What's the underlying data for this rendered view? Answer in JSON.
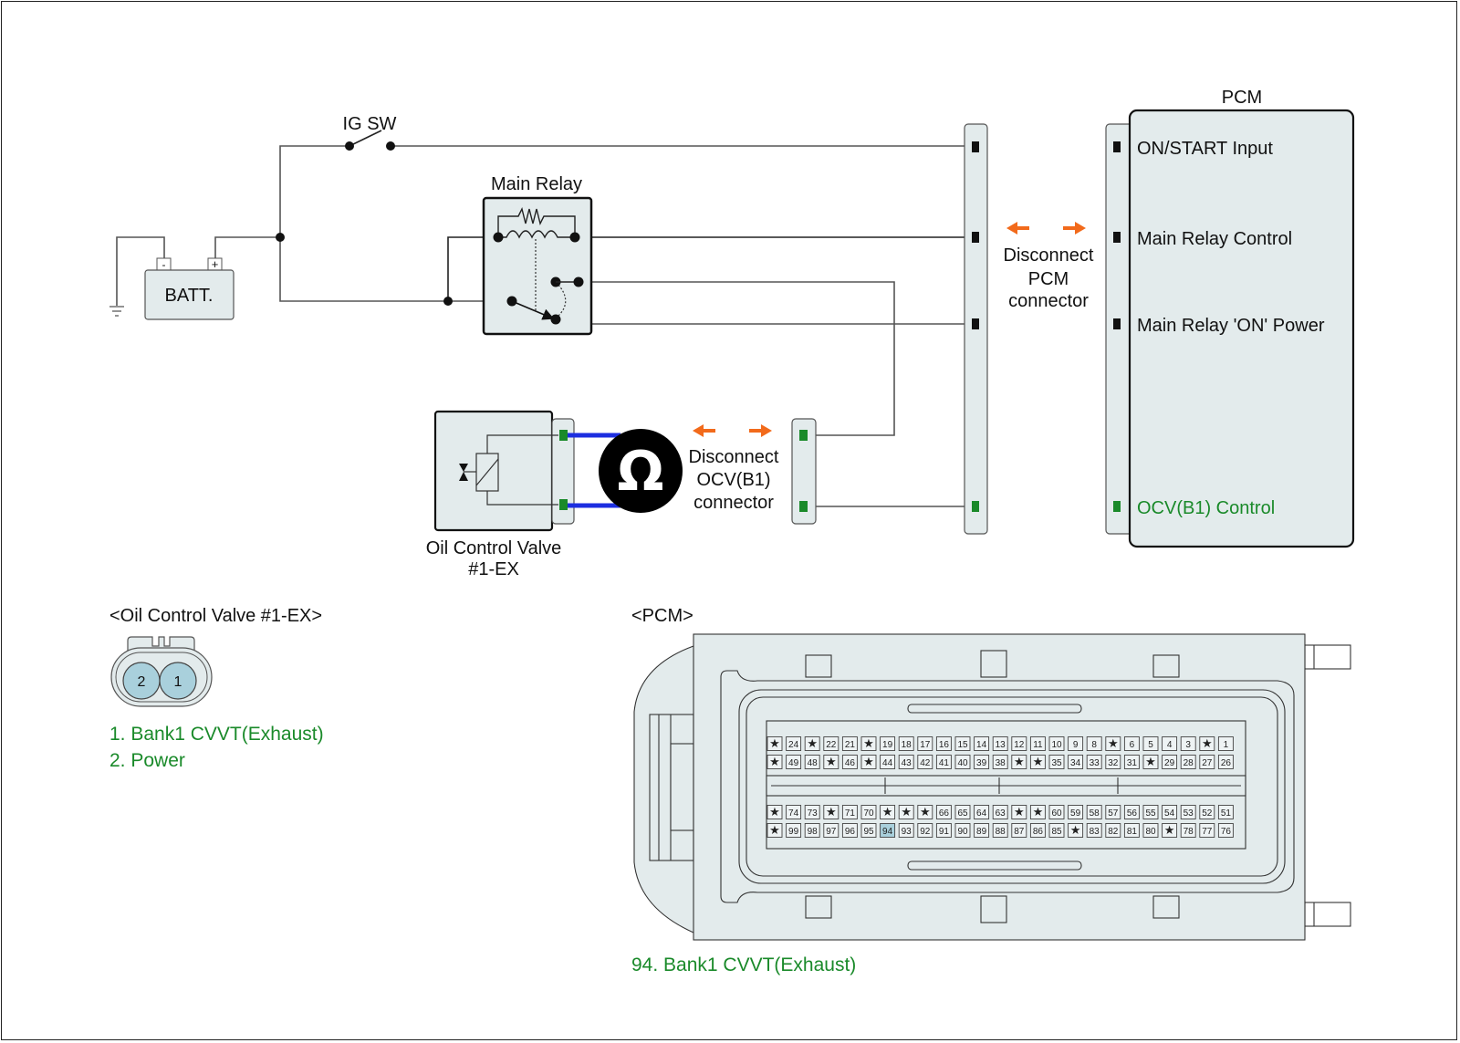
{
  "diagram": {
    "ig_switch_label": "IG SW",
    "main_relay_label": "Main Relay",
    "battery_label": "BATT.",
    "battery_neg": "-",
    "battery_pos": "+",
    "pcm_label": "PCM",
    "pcm_pins": [
      {
        "label": "ON/START Input",
        "color": "#111111"
      },
      {
        "label": "Main Relay Control",
        "color": "#111111"
      },
      {
        "label": "Main Relay 'ON' Power",
        "color": "#111111"
      },
      {
        "label": "OCV(B1) Control",
        "color": "#1a8a2a"
      }
    ],
    "pcm_disconnect": [
      "Disconnect",
      "PCM",
      "connector"
    ],
    "ocv_disconnect": [
      "Disconnect",
      "OCV(B1)",
      "connector"
    ],
    "ocv_label": [
      "Oil Control Valve",
      "#1-EX"
    ],
    "ohm_symbol": "Ω",
    "colors": {
      "arrow": "#f26a1b",
      "pin_green": "#1a8a2a",
      "probe_wire": "#1c2ee0",
      "panel_fill": "#e3ebec"
    }
  },
  "ocv_connector": {
    "title": "<Oil Control Valve #1-EX>",
    "pins_display": [
      "2",
      "1"
    ],
    "legend": [
      "1. Bank1 CVVT(Exhaust)",
      "2. Power"
    ]
  },
  "pcm_connector": {
    "title": "<PCM>",
    "highlight_pin": "94",
    "rows": [
      [
        "★",
        "24",
        "★",
        "22",
        "21",
        "★",
        "19",
        "18",
        "17",
        "16",
        "15",
        "14",
        "13",
        "12",
        "11",
        "10",
        "9",
        "8",
        "★",
        "6",
        "5",
        "4",
        "3",
        "★",
        "1"
      ],
      [
        "★",
        "49",
        "48",
        "★",
        "46",
        "★",
        "44",
        "43",
        "42",
        "41",
        "40",
        "39",
        "38",
        "★",
        "★",
        "35",
        "34",
        "33",
        "32",
        "31",
        "★",
        "29",
        "28",
        "27",
        "26"
      ],
      [
        "★",
        "74",
        "73",
        "★",
        "71",
        "70",
        "★",
        "★",
        "★",
        "66",
        "65",
        "64",
        "63",
        "★",
        "★",
        "60",
        "59",
        "58",
        "57",
        "56",
        "55",
        "54",
        "53",
        "52",
        "51"
      ],
      [
        "★",
        "99",
        "98",
        "97",
        "96",
        "95",
        "94",
        "93",
        "92",
        "91",
        "90",
        "89",
        "88",
        "87",
        "86",
        "85",
        "★",
        "83",
        "82",
        "81",
        "80",
        "★",
        "78",
        "77",
        "76"
      ]
    ],
    "legend": "94. Bank1 CVVT(Exhaust)"
  }
}
